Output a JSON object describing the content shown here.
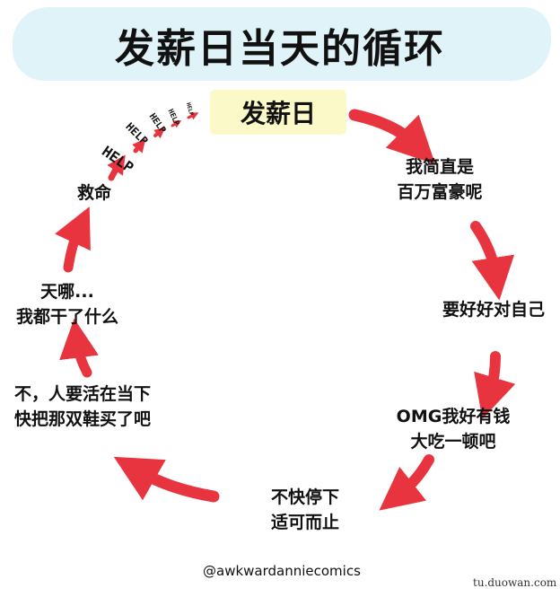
{
  "title": "发薪日当天的循环",
  "cycle": {
    "start": "发薪日",
    "steps": [
      {
        "line1": "我简直是",
        "line2": "百万富豪呢"
      },
      {
        "line1": "要好好对自己"
      },
      {
        "line1": "OMG我好有钱",
        "line2": "大吃一顿吧"
      },
      {
        "line1": "不快停下",
        "line2": "适可而止"
      },
      {
        "line1": "不，人要活在当下",
        "line2": "快把那双鞋买了吧"
      },
      {
        "line1": "天哪...",
        "line2": "我都干了什么"
      },
      {
        "line1": "救命"
      }
    ],
    "help_words": [
      "HELP",
      "HELP",
      "HELP",
      "HELP",
      "HELP"
    ]
  },
  "credit": "@awkwardanniecomics",
  "watermark": "tu.duowan.com",
  "colors": {
    "arrow": "#e8343f",
    "title_band": "#dff3f8",
    "payday_box": "#fbf9c8"
  }
}
